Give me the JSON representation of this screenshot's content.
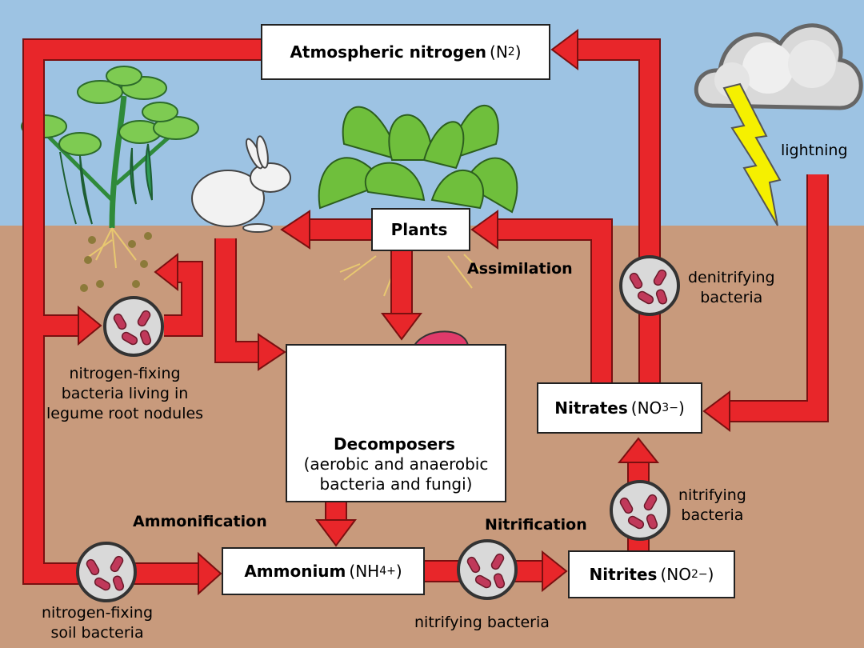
{
  "boxes": {
    "atmospheric": {
      "name": "Atmospheric nitrogen",
      "formula": "N",
      "sub": "2",
      "close": ")",
      "open": "("
    },
    "plants": {
      "name": "Plants"
    },
    "decomposers": {
      "name": "Decomposers",
      "desc1": "(aerobic and anaerobic",
      "desc2": "bacteria and fungi)"
    },
    "nitrates": {
      "name": "Nitrates",
      "formula": "NO",
      "sub": "3",
      "sup": "−"
    },
    "ammonium": {
      "name": "Ammonium",
      "formula": "NH",
      "sub": "4",
      "sup": "+"
    },
    "nitrites": {
      "name": "Nitrites",
      "formula": "NO",
      "sub": "2",
      "sup": "−"
    }
  },
  "processes": {
    "assimilation": "Assimilation",
    "ammonification": "Ammonification",
    "nitrification": "Nitrification"
  },
  "labels": {
    "lightning": "lightning",
    "denitrifying": [
      "denitrifying",
      "bacteria"
    ],
    "nodules": [
      "nitrogen-fixing",
      "bacteria living in",
      "legume root nodules"
    ],
    "soil_bacteria": [
      "nitrogen-fixing",
      "soil bacteria"
    ],
    "nitrifying_right": [
      "nitrifying",
      "bacteria"
    ],
    "nitrifying_bottom": "nitrifying bacteria"
  },
  "colors": {
    "sky": "#9dc3e3",
    "soil": "#c89a7c",
    "arrow": "#e8262a",
    "bacteria": "#c0395a"
  }
}
